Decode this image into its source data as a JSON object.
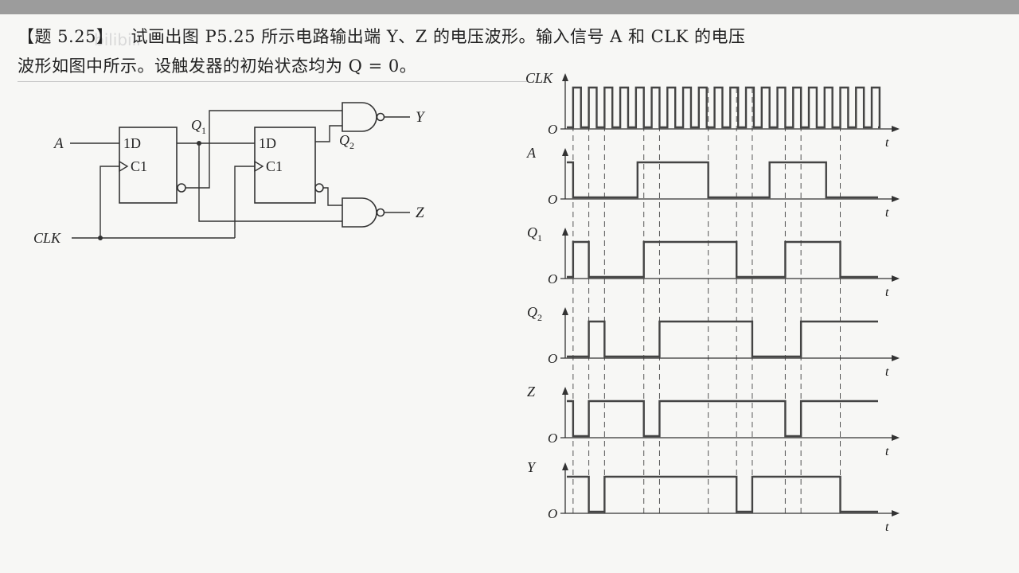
{
  "problem": {
    "number": "【题 5.25】",
    "text_line1": "试画出图 P5.25 所示电路输出端 Y、Z 的电压波形。输入信号 A 和 CLK 的电压",
    "text_line2": "波形如图中所示。设触发器的初始状态均为 Q = 0。"
  },
  "watermark": "bilibili",
  "circuit": {
    "input_a": "A",
    "input_clk": "CLK",
    "ff1_d": "1D",
    "ff1_c": "C1",
    "ff2_d": "1D",
    "ff2_c": "C1",
    "q1": "Q",
    "q1_sub": "1",
    "q2": "Q",
    "q2_sub": "2",
    "out_y": "Y",
    "out_z": "Z"
  },
  "timing": {
    "zero_label": "O",
    "time_label": "t",
    "signals": [
      {
        "name": "CLK",
        "sub": "",
        "levels": "0101010101010101010101010101010101010101010101010101010101010101010101010101010101010101010101"
      },
      {
        "name": "A",
        "sub": "",
        "edges": [
          [
            0,
            1
          ],
          [
            0.5,
            0
          ],
          [
            4.6,
            1
          ],
          [
            9.1,
            0
          ],
          [
            13.0,
            1
          ],
          [
            16.6,
            0
          ]
        ]
      },
      {
        "name": "Q",
        "sub": "1",
        "edges": [
          [
            0,
            0
          ],
          [
            0.5,
            1
          ],
          [
            1.5,
            0
          ],
          [
            5.0,
            1
          ],
          [
            10.9,
            0
          ],
          [
            14.0,
            1
          ],
          [
            17.5,
            0
          ]
        ]
      },
      {
        "name": "Q",
        "sub": "2",
        "edges": [
          [
            0,
            0
          ],
          [
            1.5,
            1
          ],
          [
            2.5,
            0
          ],
          [
            6.0,
            1
          ],
          [
            11.9,
            0
          ],
          [
            15.0,
            1
          ]
        ]
      },
      {
        "name": "Z",
        "sub": "",
        "edges": [
          [
            0,
            1
          ],
          [
            0.5,
            0
          ],
          [
            1.5,
            1
          ],
          [
            5.0,
            0
          ],
          [
            6.0,
            1
          ],
          [
            14.0,
            0
          ],
          [
            15.0,
            1
          ]
        ]
      },
      {
        "name": "Y",
        "sub": "",
        "edges": [
          [
            0,
            1
          ],
          [
            1.5,
            0
          ],
          [
            2.5,
            1
          ],
          [
            10.9,
            0
          ],
          [
            11.9,
            1
          ],
          [
            17.5,
            0
          ]
        ]
      }
    ]
  }
}
